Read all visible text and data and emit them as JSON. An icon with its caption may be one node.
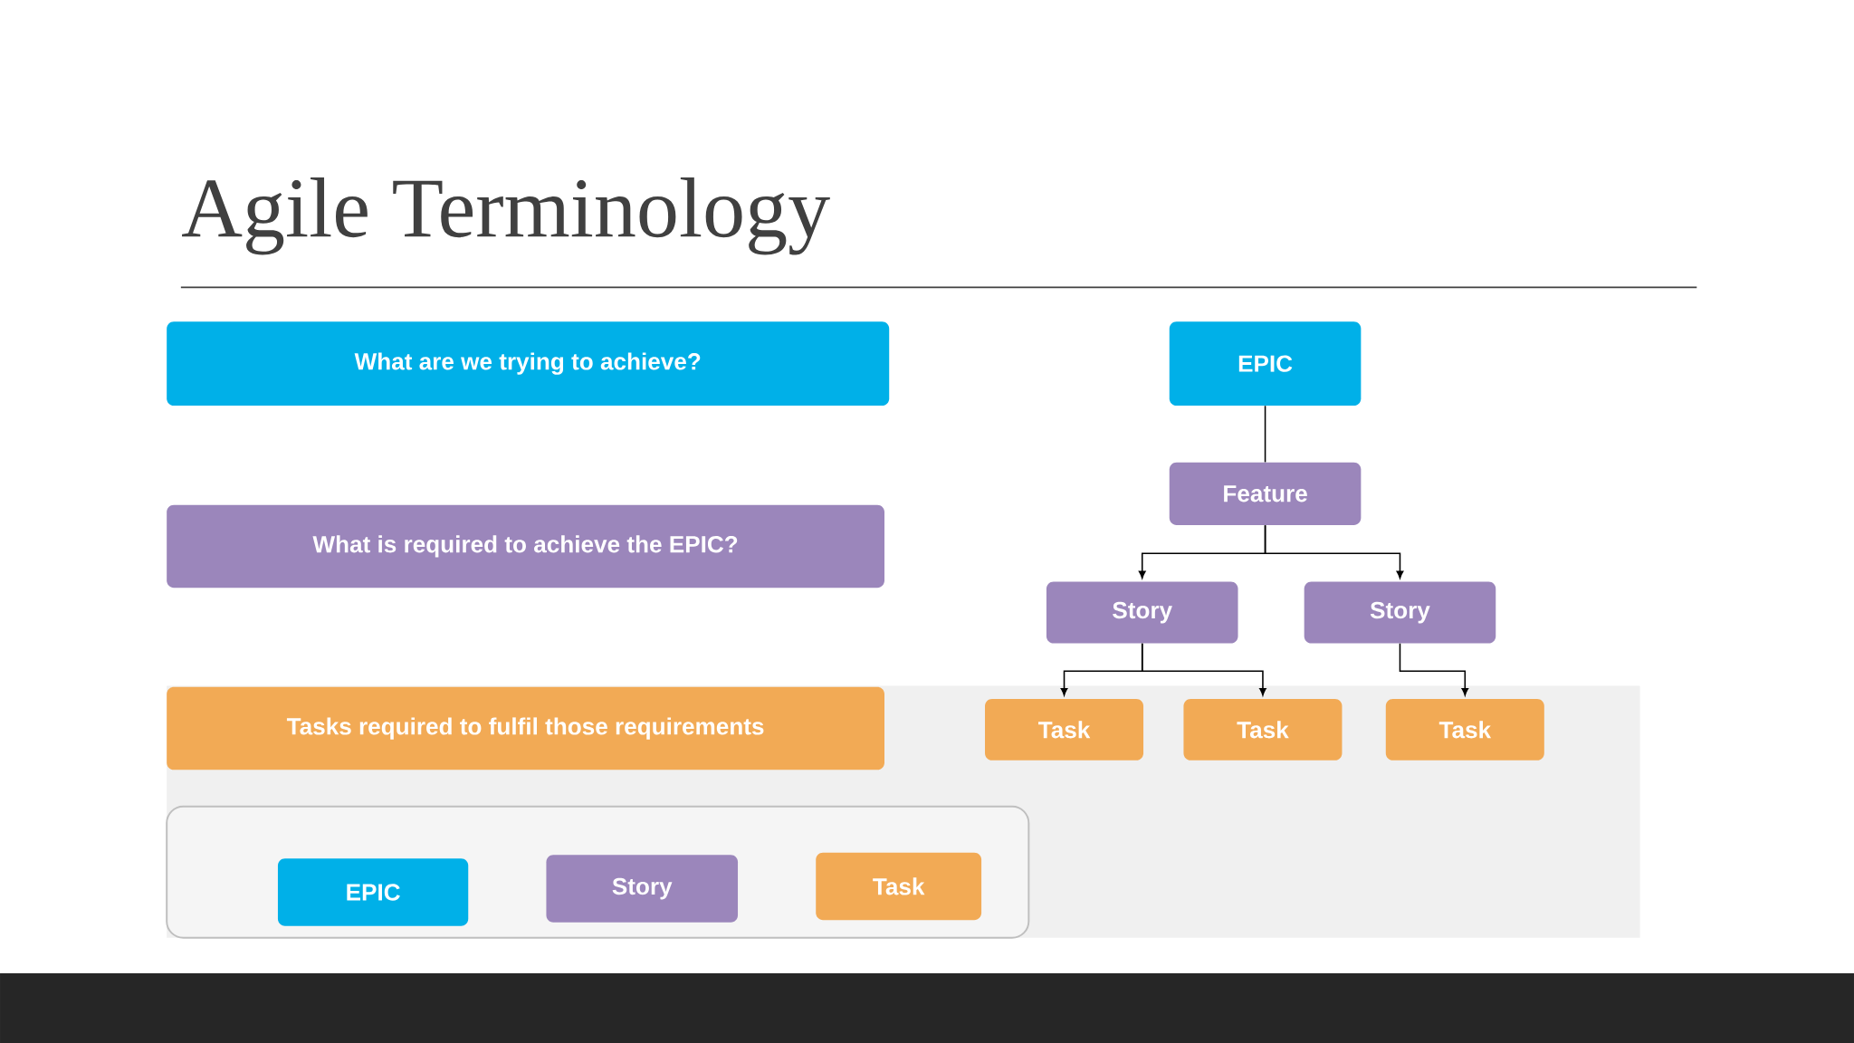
{
  "diagram": {
    "title": "Agile Terminology",
    "nodes": [
      {
        "text": [
          "What are we trying to achieve?"
        ]
      },
      {
        "text": [
          "What is required to achieve the EPIC?"
        ]
      },
      {
        "text": [
          "Tasks required to fulfil those requirements"
        ]
      },
      {
        "text": [
          "EPIC"
        ]
      },
      {
        "text": [
          "Feature"
        ]
      },
      {
        "text": [
          "Story"
        ]
      },
      {
        "text": [
          "Story"
        ]
      },
      {
        "text": [
          "Task"
        ]
      },
      {
        "text": [
          "Task"
        ]
      },
      {
        "text": [
          "Task"
        ]
      },
      {
        "text": [],
        "shape": "box"
      },
      {
        "text": [
          "EPIC"
        ],
        "in": 10
      },
      {
        "text": [
          "Story"
        ],
        "in": 10
      },
      {
        "text": [
          "Task"
        ],
        "in": 10
      }
    ],
    "edges": [
      {
        "from": 3,
        "to": 4,
        "arrow": "none"
      },
      {
        "from": 4,
        "to": 5,
        "arrow": "to"
      },
      {
        "from": 4,
        "to": 6,
        "arrow": "to"
      },
      {
        "from": 5,
        "to": 7,
        "arrow": "to"
      },
      {
        "from": 5,
        "to": 8,
        "arrow": "to"
      },
      {
        "from": 6,
        "to": 9,
        "arrow": "to"
      }
    ]
  }
}
